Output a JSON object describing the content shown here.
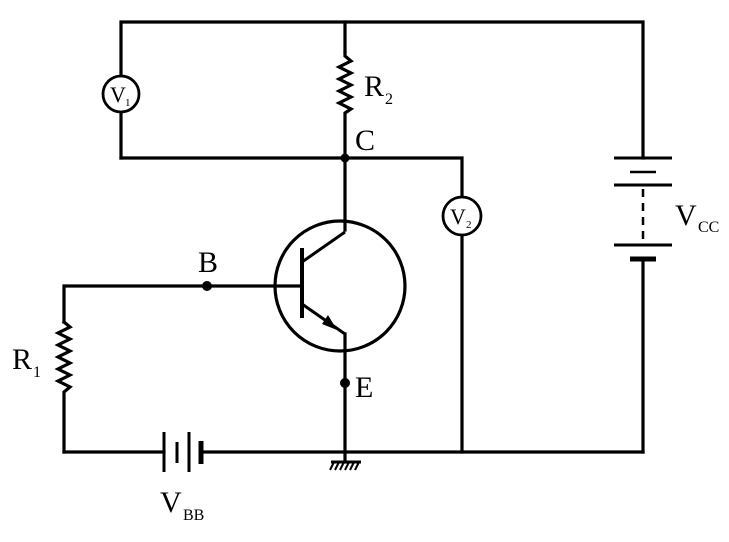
{
  "diagram": {
    "labels": {
      "r2": {
        "main": "R",
        "sub": "2"
      },
      "r1": {
        "main": "R",
        "sub": "1"
      },
      "c": "C",
      "b": "B",
      "e": "E",
      "vcc": {
        "main": "V",
        "sub": "CC"
      },
      "vbb": {
        "main": "V",
        "sub": "BB"
      }
    },
    "meters": {
      "v1": {
        "main": "V",
        "sub": "1"
      },
      "v2": {
        "main": "V",
        "sub": "2"
      }
    },
    "colors": {
      "ink": "#000000",
      "background": "#ffffff"
    }
  }
}
